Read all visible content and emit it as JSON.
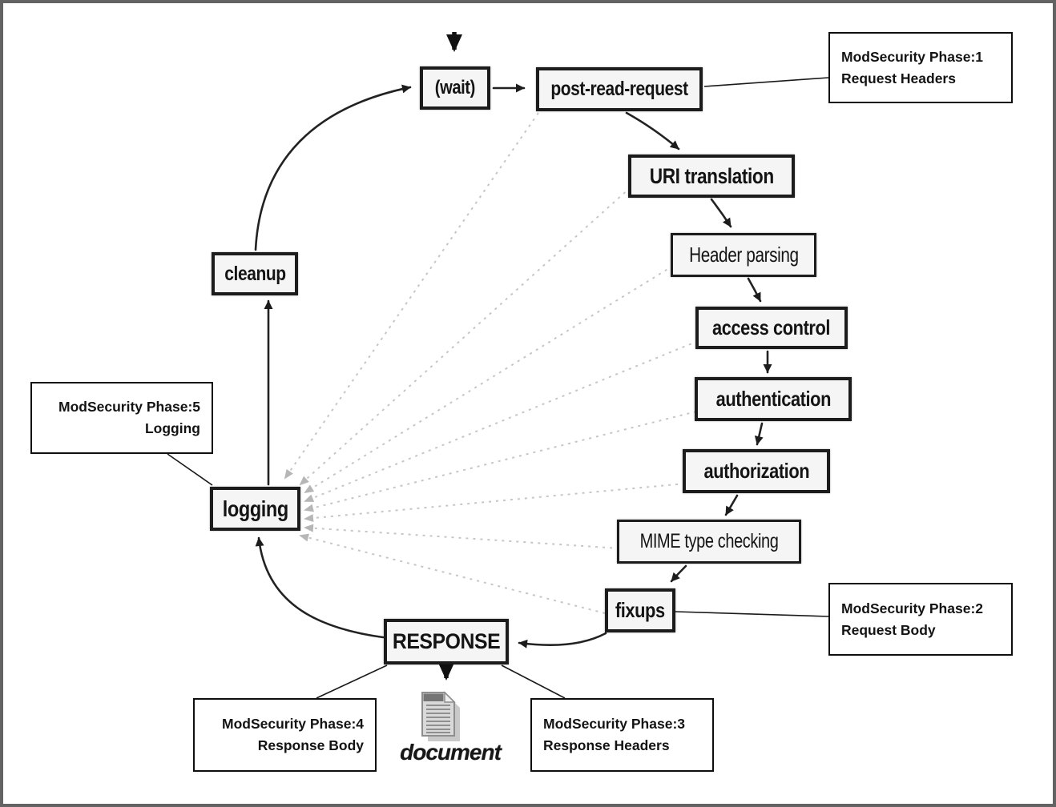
{
  "nodes": {
    "wait": "(wait)",
    "post_read_request": "post-read-request",
    "uri_translation": "URI translation",
    "header_parsing": "Header parsing",
    "access_control": "access control",
    "authentication": "authentication",
    "authorization": "authorization",
    "mime_type_checking": "MIME type checking",
    "fixups": "fixups",
    "response": "RESPONSE",
    "logging": "logging",
    "cleanup": "cleanup"
  },
  "callouts": {
    "phase1": {
      "title": "ModSecurity Phase:1",
      "subtitle": "Request Headers"
    },
    "phase2": {
      "title": "ModSecurity Phase:2",
      "subtitle": "Request Body"
    },
    "phase3": {
      "title": "ModSecurity Phase:3",
      "subtitle": "Response Headers"
    },
    "phase4": {
      "title": "ModSecurity Phase:4",
      "subtitle": "Response Body"
    },
    "phase5": {
      "title": "ModSecurity Phase:5",
      "subtitle": "Logging"
    }
  },
  "document_label": "document",
  "colors": {
    "ink": "#1c1c1c",
    "box_fill": "#f5f5f5",
    "dashed_gray": "#c6c6c6",
    "arrowhead_gray": "#b6b6b6",
    "border_gray": "#636363"
  }
}
